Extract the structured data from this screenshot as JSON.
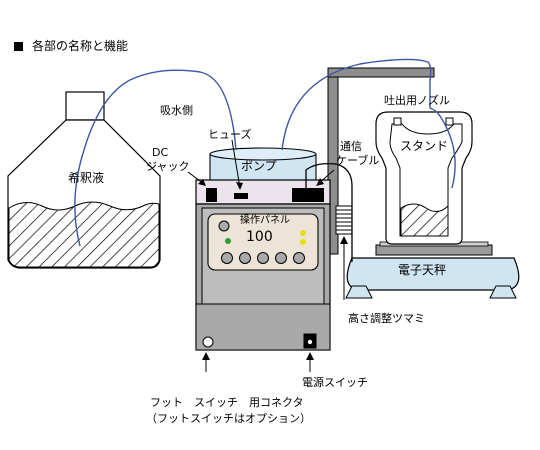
{
  "header": {
    "title": "各部の名称と機能"
  },
  "labels": {
    "diluent": "希釈液",
    "suction_side": "吸水側",
    "fuse": "ヒューズ",
    "dc_jack_line1": "DC",
    "dc_jack_line2": "ジャック",
    "pump": "ポンプ",
    "comm_cable_line1": "通信",
    "comm_cable_line2": "ケーブル",
    "discharge_nozzle": "吐出用ノズル",
    "stand": "スタンド",
    "operation_panel": "操作パネル",
    "panel_value": "100",
    "electronic_balance": "電子天秤",
    "height_knob": "高さ調整ツマミ",
    "power_switch": "電源スイッチ",
    "foot_switch_line1": "フット　スイッチ　用コネクタ",
    "foot_switch_line2": "（フットスイッチはオプション）"
  },
  "colors": {
    "tube": "#3a56a6",
    "pump_cap": "#cfe5f2",
    "pump_top": "#ece4ec",
    "body_gray": "#a9a9a9",
    "panel": "#ece4d6",
    "led_green": "#2ea02e",
    "led_yellow": "#e8e000",
    "balance_blue": "#d0e4f0",
    "stand_pole": "#8e8e8e"
  }
}
